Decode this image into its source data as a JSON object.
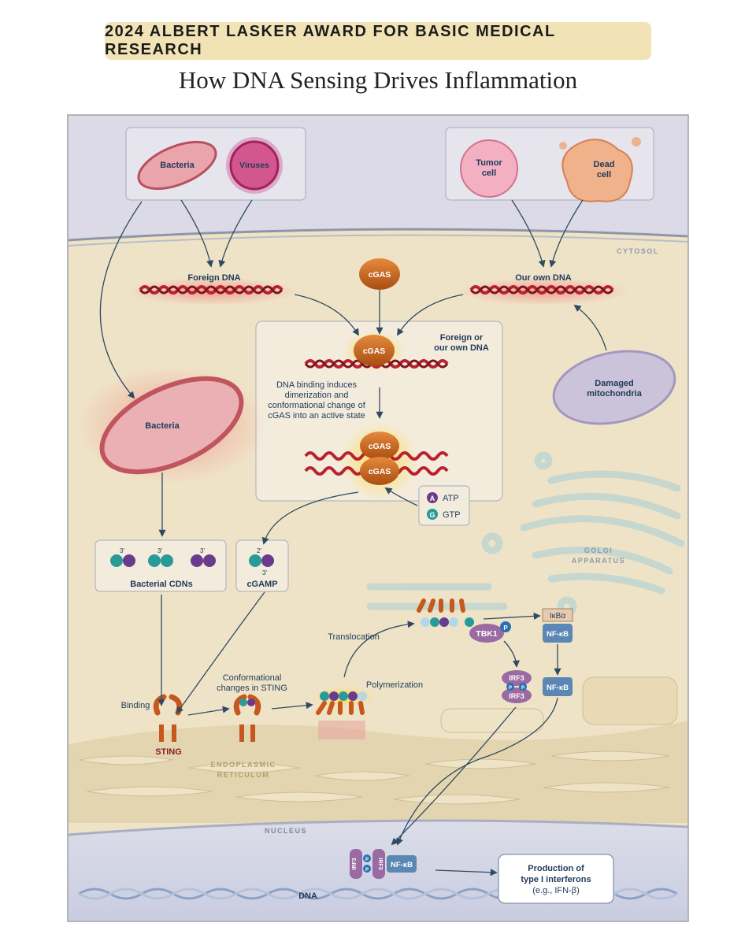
{
  "banner": "2024 ALBERT LASKER AWARD FOR BASIC MEDICAL RESEARCH",
  "subtitle": "How DNA Sensing Drives Inflammation",
  "labels": {
    "bacteria_top": "Bacteria",
    "viruses": "Viruses",
    "tumor_l1": "Tumor",
    "tumor_l2": "cell",
    "dead_l1": "Dead",
    "dead_l2": "cell",
    "cytosol": "CYTOSOL",
    "foreign_dna": "Foreign DNA",
    "cgas": "cGAS",
    "own_dna": "Our own DNA",
    "foreign_or_own_l1": "Foreign or",
    "foreign_or_own_l2": "our own DNA",
    "binding_text_l1": "DNA binding induces",
    "binding_text_l2": "dimerization and",
    "binding_text_l3": "conformational change of",
    "binding_text_l4": "cGAS into an active state",
    "damaged_l1": "Damaged",
    "damaged_l2": "mitochondria",
    "bacteria_mid": "Bacteria",
    "atp_letter": "A",
    "atp": "ATP",
    "gtp_letter": "G",
    "gtp": "GTP",
    "golgi_l1": "GOLGI",
    "golgi_l2": "APPARATUS",
    "bacterial_cdns": "Bacterial CDNs",
    "cgamp": "cGAMP",
    "prime3": "3'",
    "prime2": "2'",
    "translocation": "Translocation",
    "tbk1": "TBK1",
    "p": "P",
    "ikba": "IκBα",
    "nfkb": "NF-κB",
    "irf3": "IRF3",
    "binding": "Binding",
    "conf_l1": "Conformational",
    "conf_l2": "changes in STING",
    "polymerization": "Polymerization",
    "sting": "STING",
    "er_l1": "ENDOPLASMIC",
    "er_l2": "RETICULUM",
    "nucleus": "NUCLEUS",
    "production_l1": "Production of",
    "production_l2": "type I interferons",
    "production_l3": "(e.g., IFN-β)",
    "dna": "DNA"
  },
  "colors": {
    "banner_bg": "#f1e3b6",
    "cytosol": "#efe3c7",
    "extracellular": "#d9d8e6",
    "dna_red": "#b8222f",
    "cgas_orange": "#c8681e",
    "arrow": "#2f4a62",
    "text_blue": "#1f3a5a",
    "atp_purple": "#6a3a8c",
    "gtp_teal": "#2a9a98",
    "nfkb_blue": "#5b87b5",
    "irf3_purple": "#9a6aa2"
  }
}
